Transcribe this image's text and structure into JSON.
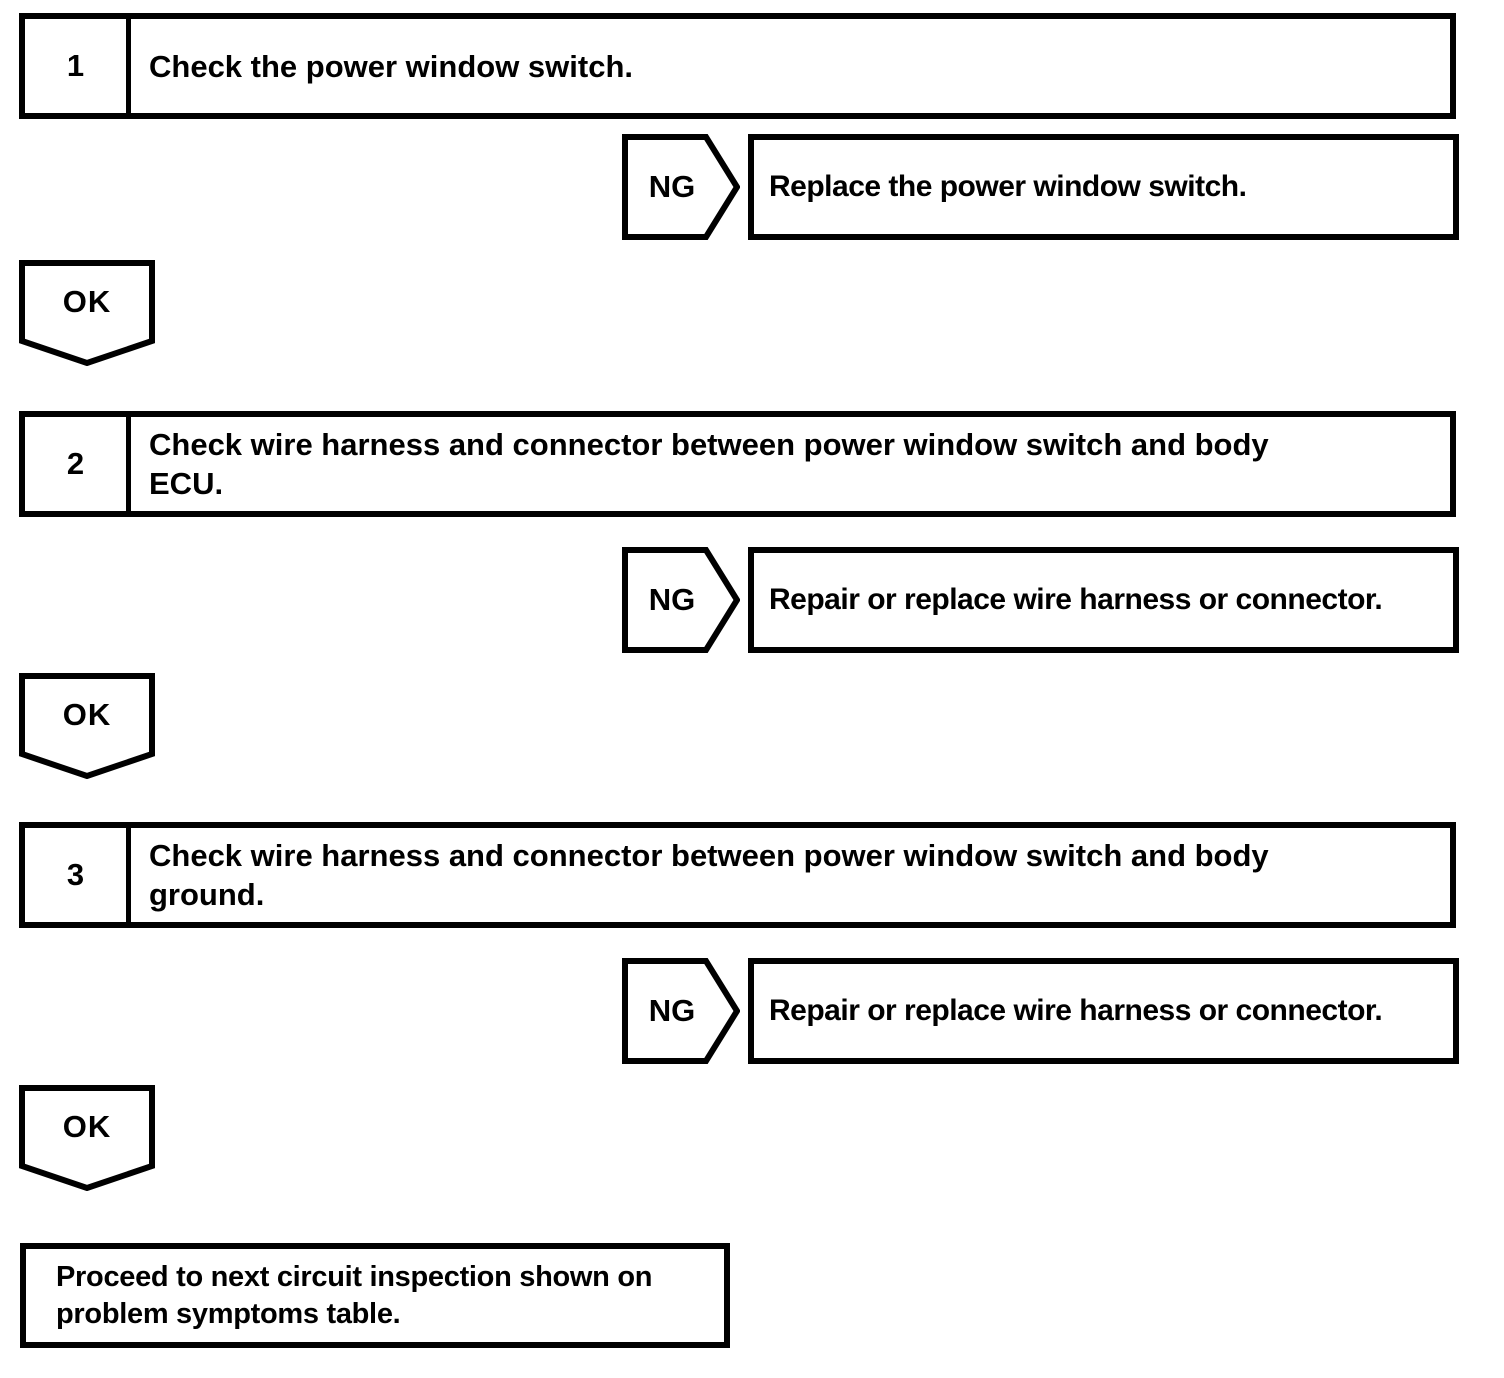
{
  "flowchart": {
    "steps": [
      {
        "number": "1",
        "instruction": "Check the power window switch.",
        "ng": {
          "label": "NG",
          "action": "Replace the power window switch."
        },
        "ok": {
          "label": "OK"
        }
      },
      {
        "number": "2",
        "instruction": "Check wire harness and connector between power window switch and body ECU.",
        "ng": {
          "label": "NG",
          "action": "Repair or replace wire harness or connector."
        },
        "ok": {
          "label": "OK"
        }
      },
      {
        "number": "3",
        "instruction": "Check wire harness and connector between power window switch and body ground.",
        "ng": {
          "label": "NG",
          "action": "Repair or replace wire harness or connector."
        },
        "ok": {
          "label": "OK"
        }
      }
    ],
    "terminal": {
      "text": "Proceed to next circuit inspection shown on problem symptoms table."
    },
    "colors": {
      "line": "#000000",
      "background": "#ffffff"
    }
  }
}
